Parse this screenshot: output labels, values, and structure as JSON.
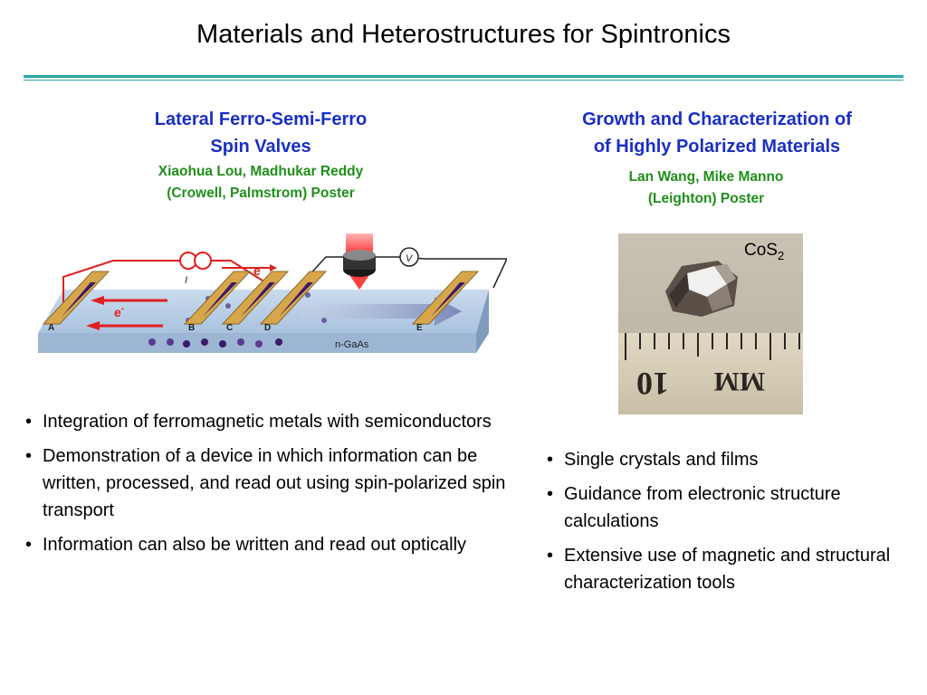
{
  "title": "Materials and Heterostructures for Spintronics",
  "colors": {
    "rule": "#2aa7a6",
    "heading_blue": "#1a2fc4",
    "sub_green": "#1f8f1a",
    "bar_gold": "#d8a64a",
    "magnet_purple": "#3a1a6a",
    "wire_red": "#e02020"
  },
  "left": {
    "heading_line1": "Lateral Ferro-Semi-Ferro",
    "heading_line2": "Spin Valves",
    "sub_line1": "Xiaohua Lou, Madhukar Reddy",
    "sub_line2": "(Crowell, Palmstrom) Poster",
    "diagram": {
      "contacts": [
        "A",
        "B",
        "C",
        "D",
        "E"
      ],
      "electron_top": "e",
      "electron_left": "e",
      "electron_sup": "-",
      "current_label": "I",
      "voltmeter_label": "V",
      "substrate_label": "n-GaAs"
    },
    "bullets": [
      "Integration of ferromagnetic metals with semiconductors",
      "Demonstration of a device in which information can be written, processed, and read out using spin-polarized spin transport",
      "Information can also be written and read out optically"
    ]
  },
  "right": {
    "heading_line1": "Growth and Characterization of",
    "heading_line2": "of Highly Polarized Materials",
    "sub_line1": "Lan Wang, Mike Manno",
    "sub_line2": "(Leighton) Poster",
    "photo": {
      "label_main": "CoS",
      "label_sub": "2",
      "ruler_number": "10",
      "ruler_unit": "MM"
    },
    "bullets": [
      "Single crystals and films",
      "Guidance from electronic structure calculations",
      "Extensive use of magnetic and structural characterization tools"
    ]
  },
  "bullet_char": "•"
}
